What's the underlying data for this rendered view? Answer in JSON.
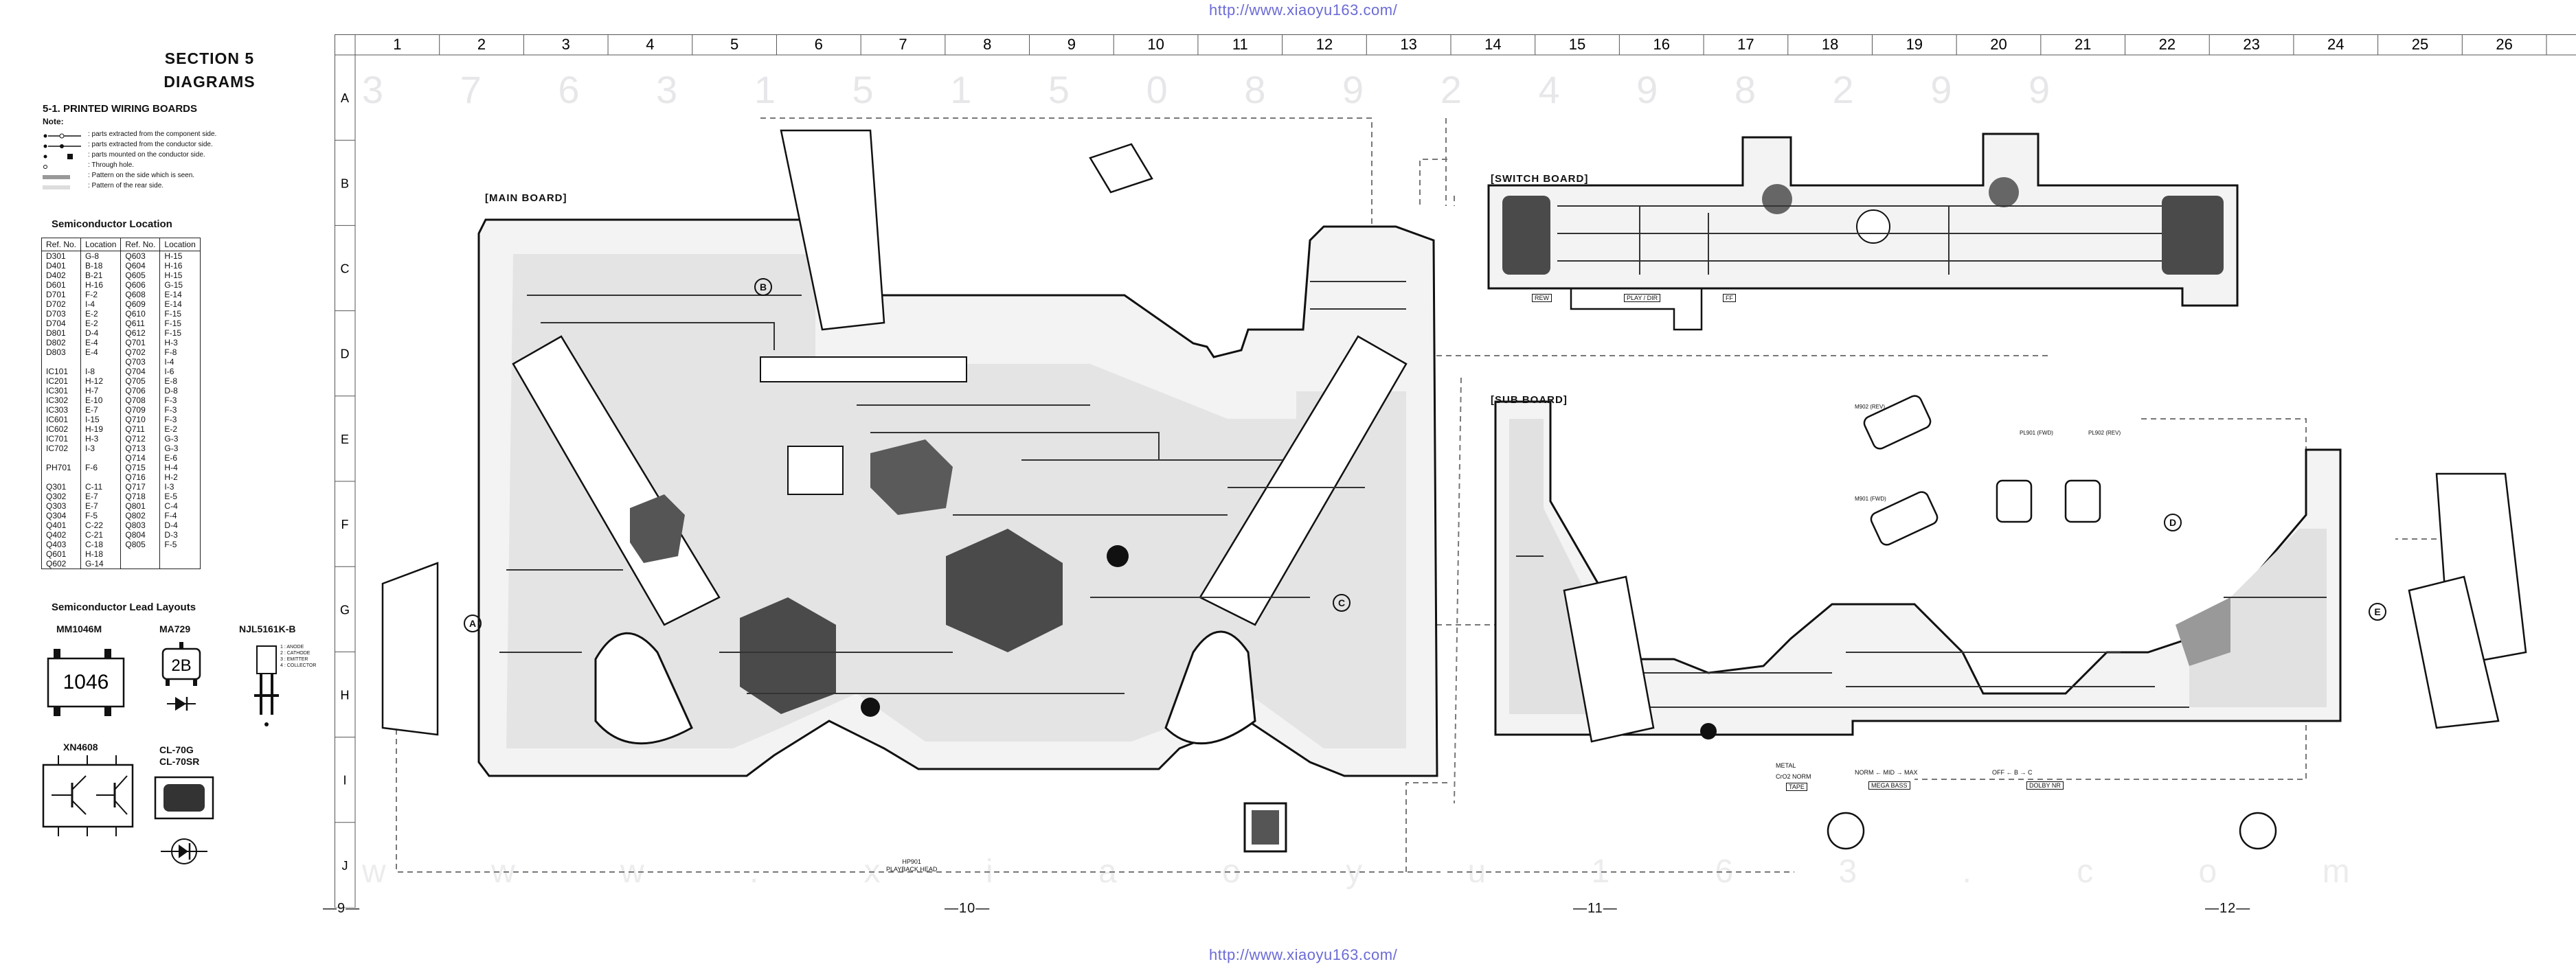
{
  "header_url": "http://www.xiaoyu163.com/",
  "footer_url": "http://www.xiaoyu163.com/",
  "section": {
    "title_line1": "SECTION 5",
    "title_line2": "DIAGRAMS",
    "subtitle": "5-1.  PRINTED WIRING BOARDS",
    "note_label": "Note:",
    "notes": [
      ": parts extracted from the component side.",
      ": parts extracted from the conductor side.",
      ": parts mounted on the conductor side.",
      ": Through hole.",
      ": Pattern on the side which is seen.",
      ": Pattern of the rear side."
    ]
  },
  "semiconductor_location": {
    "title": "Semiconductor Location",
    "headers": [
      "Ref. No.",
      "Location",
      "Ref. No.",
      "Location"
    ],
    "col1_ref": "D301\nD401\nD402\nD601\nD701\nD702\nD703\nD704\nD801\nD802\nD803\n\nIC101\nIC201\nIC301\nIC302\nIC303\nIC601\nIC602\nIC701\nIC702\n\nPH701\n\nQ301\nQ302\nQ303\nQ304\nQ401\nQ402\nQ403\nQ601\nQ602",
    "col1_loc": "G-8\nB-18\nB-21\nH-16\nF-2\nI-4\nE-2\nE-2\nD-4\nE-4\nE-4\n\nI-8\nH-12\nH-7\nE-10\nE-7\nI-15\nH-19\nH-3\nI-3\n\nF-6\n\nC-11\nE-7\nE-7\nF-5\nC-22\nC-21\nC-18\nH-18\nG-14",
    "col2_ref": "Q603\nQ604\nQ605\nQ606\nQ608\nQ609\nQ610\nQ611\nQ612\nQ701\nQ702\nQ703\nQ704\nQ705\nQ706\nQ708\nQ709\nQ710\nQ711\nQ712\nQ713\nQ714\nQ715\nQ716\nQ717\nQ718\nQ801\nQ802\nQ803\nQ804\nQ805",
    "col2_loc": "H-15\nH-16\nH-15\nG-15\nE-14\nE-14\nF-15\nF-15\nF-15\nH-3\nF-8\nI-4\nI-6\nE-8\nD-8\nF-3\nF-3\nF-3\nE-2\nG-3\nG-3\nE-6\nH-4\nH-2\nI-3\nE-5\nC-4\nF-4\nD-4\nD-3\nF-5"
  },
  "lead_layouts": {
    "title": "Semiconductor Lead Layouts",
    "parts": [
      "MM1046M",
      "MA729",
      "NJL5161K-B",
      "XN4608",
      "CL-70G\nCL-70SR"
    ],
    "mm1046m_mark": "1046",
    "ma729_mark": "2B",
    "njl_pins": "1 : ANODE\n2 : CATHODE\n3 : EMITTER\n4 : COLLECTOR"
  },
  "grid": {
    "columns": [
      "1",
      "2",
      "3",
      "4",
      "5",
      "6",
      "7",
      "8",
      "9",
      "10",
      "11",
      "12",
      "13",
      "14",
      "15",
      "16",
      "17",
      "18",
      "19",
      "20",
      "21",
      "22",
      "23",
      "24",
      "25",
      "26"
    ],
    "rows": [
      "A",
      "B",
      "C",
      "D",
      "E",
      "F",
      "G",
      "H",
      "I",
      "J"
    ]
  },
  "boards": {
    "main": "[MAIN BOARD]",
    "switch": "[SWITCH BOARD]",
    "sub": "[SUB BOARD]"
  },
  "connectors": [
    "A",
    "B",
    "C",
    "D",
    "E"
  ],
  "parts_labels": {
    "playback_head": "HP901\nPLAYBACK HEAD",
    "switch_rew": "REW",
    "switch_play": "PLAY / DIR",
    "switch_ff": "FF",
    "sub_metal": "METAL",
    "sub_cr": "CrO2  NORM",
    "sub_tape": "TAPE",
    "sub_norm_mid_max": "NORM ← MID → MAX",
    "sub_mega_bass": "MEGA BASS",
    "sub_off_b_c": "OFF ← B → C",
    "sub_dolby": "DOLBY NR",
    "m902": "M902 (REV)",
    "m901": "M901 (FWD)",
    "ph_fwd": "PL901 (FWD)",
    "ph_rev": "PL902 (REV)"
  },
  "page_numbers": [
    "—9—",
    "—10—",
    "—11—",
    "—12—"
  ],
  "watermark_digits": "3 7 6 3 1 5 1 5 0 8 9 2 4 9 8 2 9 9",
  "colors": {
    "ink": "#111111",
    "grid": "#555555",
    "url": "#6b6bd6",
    "dark_fill": "#4a4a4a"
  }
}
